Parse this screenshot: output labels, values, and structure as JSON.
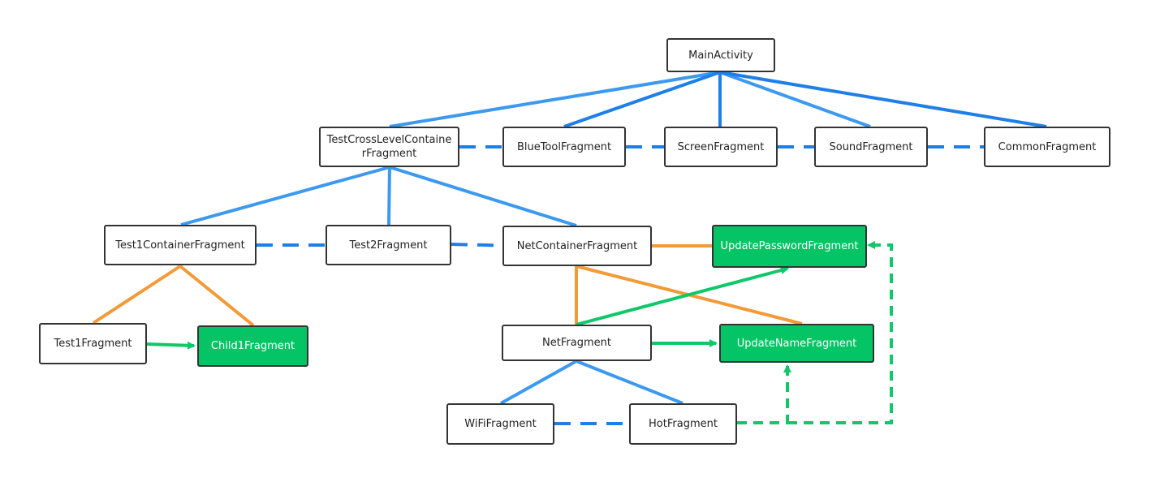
{
  "colors": {
    "blue_solid": "#1e7fe8",
    "blue_light": "#3d99f0",
    "orange": "#f39a38",
    "green": "#0fc86a",
    "green_node": "#05c465"
  },
  "nodes": {
    "main_activity": "MainActivity",
    "test_cross_level_container": "TestCrossLevelContainerFragment",
    "blue_tool": "BlueToolFragment",
    "screen": "ScreenFragment",
    "sound": "SoundFragment",
    "common": "CommonFragment",
    "test1_container": "Test1ContainerFragment",
    "test2": "Test2Fragment",
    "net_container": "NetContainerFragment",
    "update_password": "UpdatePasswordFragment",
    "test1": "Test1Fragment",
    "child1": "Child1Fragment",
    "net": "NetFragment",
    "update_name": "UpdateNameFragment",
    "wifi": "WiFiFragment",
    "hot": "HotFragment"
  }
}
